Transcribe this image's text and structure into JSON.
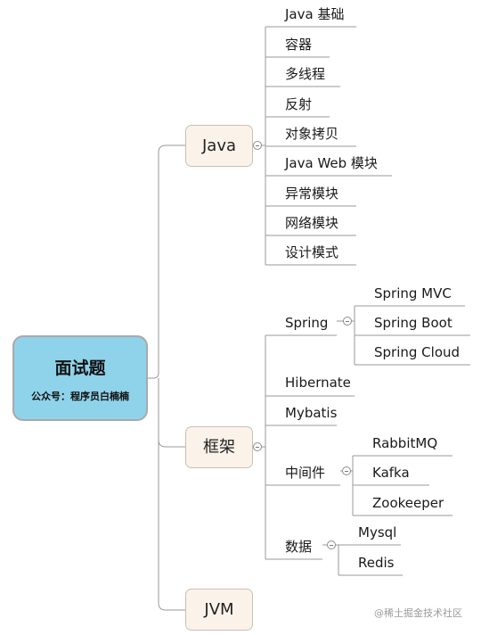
{
  "root": {
    "title": "面试题",
    "subtitle": "公众号：程序员白楠楠"
  },
  "branches": {
    "java": {
      "label": "Java",
      "items": [
        "Java 基础",
        "容器",
        "多线程",
        "反射",
        "对象拷贝",
        "Java Web 模块",
        "异常模块",
        "网络模块",
        "设计模式"
      ]
    },
    "framework": {
      "label": "框架",
      "spring": {
        "label": "Spring",
        "items": [
          "Spring MVC",
          "Spring Boot",
          "Spring Cloud"
        ]
      },
      "hibernate": "Hibernate",
      "mybatis": "Mybatis",
      "middleware": {
        "label": "中间件",
        "items": [
          "RabbitMQ",
          "Kafka",
          "Zookeeper"
        ]
      },
      "data": {
        "label": "数据",
        "items": [
          "Mysql",
          "Redis"
        ]
      }
    },
    "jvm": {
      "label": "JVM"
    }
  },
  "watermark": "@稀土掘金技术社区",
  "colors": {
    "root_fill": "#8fd3ea",
    "branch_fill": "#fbf3ea",
    "line": "#9a9a9a"
  }
}
